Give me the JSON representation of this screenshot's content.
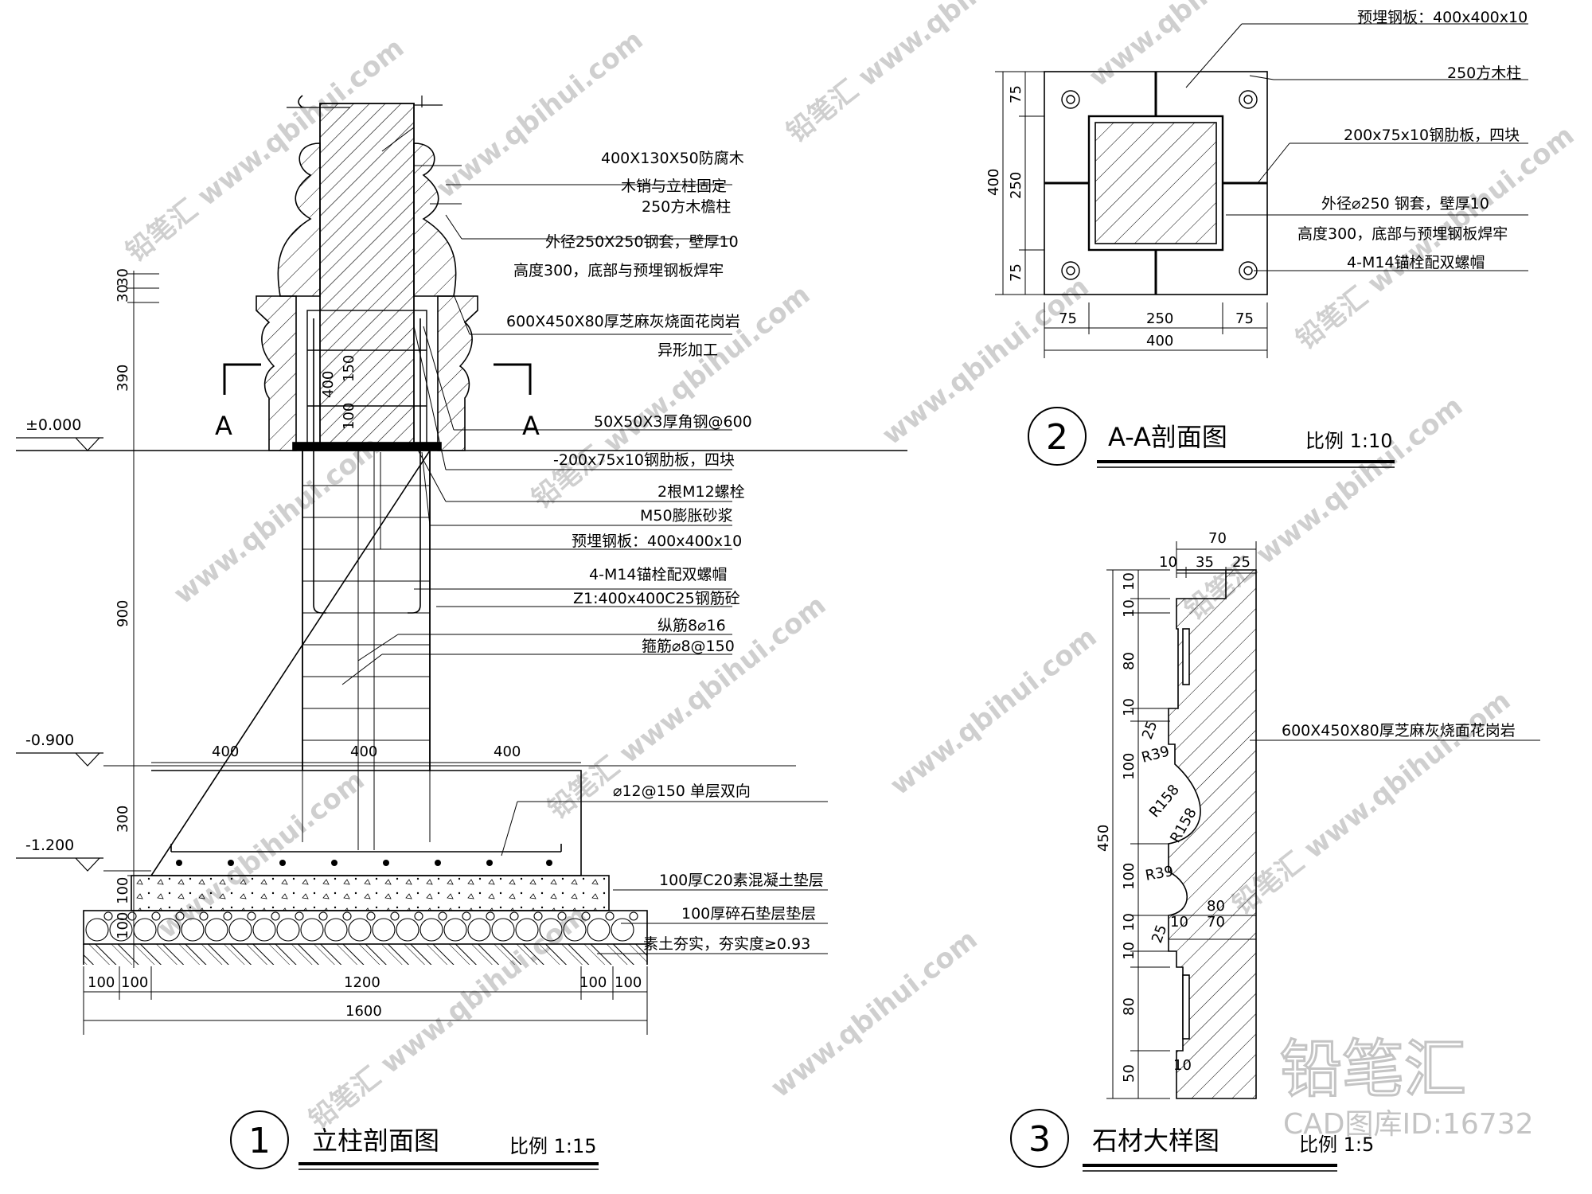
{
  "drawings": {
    "d1": {
      "number": "1",
      "title": "立柱剖面图",
      "scale": "比例 1:15",
      "callouts": [
        "400X130X50防腐木",
        "木销与立柱固定",
        "250方木檐柱",
        "外径250X250钢套，壁厚10",
        "高度300，底部与预埋钢板焊牢",
        "600X450X80厚芝麻灰烧面花岗岩",
        "异形加工",
        "50X50X3厚角钢@600",
        "-200x75x10钢肋板，四块",
        "2根M12螺栓",
        "M50膨胀砂浆",
        "预埋钢板：400x400x10",
        "4-M14锚栓配双螺帽",
        "Z1:400x400C25钢筋砼",
        "纵筋8⌀16",
        "箍筋⌀8@150",
        "⌀12@150 单层双向",
        "100厚C20素混凝土垫层",
        "100厚碎石垫层垫层",
        "素土夯实，夯实度≥0.93"
      ],
      "levels": [
        "±0.000",
        "-0.900",
        "-1.200"
      ],
      "section_mark": "A",
      "dims_vertical": [
        "30",
        "30",
        "390",
        "900",
        "300",
        "100",
        "100"
      ],
      "dims_inner": [
        "400",
        "150",
        "100"
      ],
      "dims_top": [
        "400",
        "400",
        "400"
      ],
      "dims_bottom": [
        "100",
        "100",
        "1200",
        "100",
        "100"
      ],
      "dims_total": "1600"
    },
    "d2": {
      "number": "2",
      "title": "A-A剖面图",
      "scale": "比例 1:10",
      "callouts": [
        "预埋钢板：400x400x10",
        "250方木柱",
        "200x75x10钢肋板，四块",
        "外径⌀250 钢套，壁厚10",
        "高度300，底部与预埋钢板焊牢",
        "4-M14锚栓配双螺帽"
      ],
      "dims_left": [
        "75",
        "250",
        "75",
        "400"
      ],
      "dims_bottom": [
        "75",
        "250",
        "75",
        "400"
      ]
    },
    "d3": {
      "number": "3",
      "title": "石材大样图",
      "scale": "比例 1:5",
      "callouts": [
        "600X450X80厚芝麻灰烧面花岗岩"
      ],
      "dims_top": [
        "70",
        "10",
        "35",
        "25"
      ],
      "dims_left": [
        "10",
        "10",
        "80",
        "10",
        "100",
        "100",
        "10",
        "10",
        "80",
        "50"
      ],
      "dims_total": "450",
      "radii": [
        "25",
        "R39",
        "R158",
        "R158",
        "R39",
        "25"
      ],
      "inner": [
        "80",
        "70",
        "10",
        "10"
      ]
    }
  },
  "watermark": {
    "brand": "铅笔汇",
    "site": "www.qbihui.com",
    "id": "CAD图库ID:16732"
  }
}
